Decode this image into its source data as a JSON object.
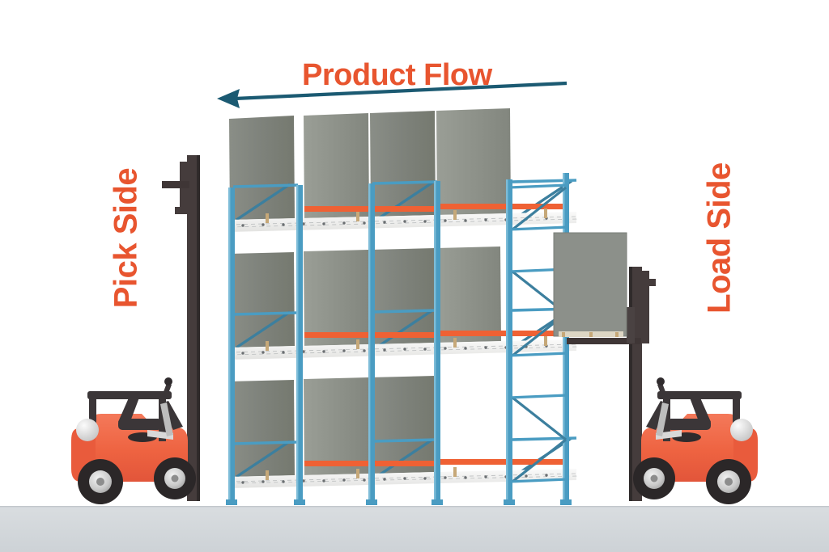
{
  "diagram": {
    "title": "Product Flow",
    "left_label": "Pick Side",
    "right_label": "Load Side",
    "type": "pallet-flow-racking-system",
    "flow_direction": "right-to-left",
    "colors": {
      "accent_orange": "#e8552f",
      "arrow_teal": "#1b5a72",
      "rack_upright_blue": "#4a9cc2",
      "rack_beam_orange": "#ef6134",
      "pallet_load_gray": "#7e827b",
      "forklift_body": "#ef6a45",
      "forklift_dark": "#3c3a3c",
      "ground_gray": "#d3d7da",
      "background": "#ffffff"
    },
    "structure": {
      "levels": 3,
      "bays_per_level": 4,
      "roller_track": true,
      "uprights": 6
    },
    "forklifts": [
      {
        "side": "left",
        "name": "pick-side-forklift",
        "carrying_load": false,
        "mast": "raised"
      },
      {
        "side": "right",
        "name": "load-side-forklift",
        "carrying_load": true,
        "mast": "raised"
      }
    ]
  }
}
